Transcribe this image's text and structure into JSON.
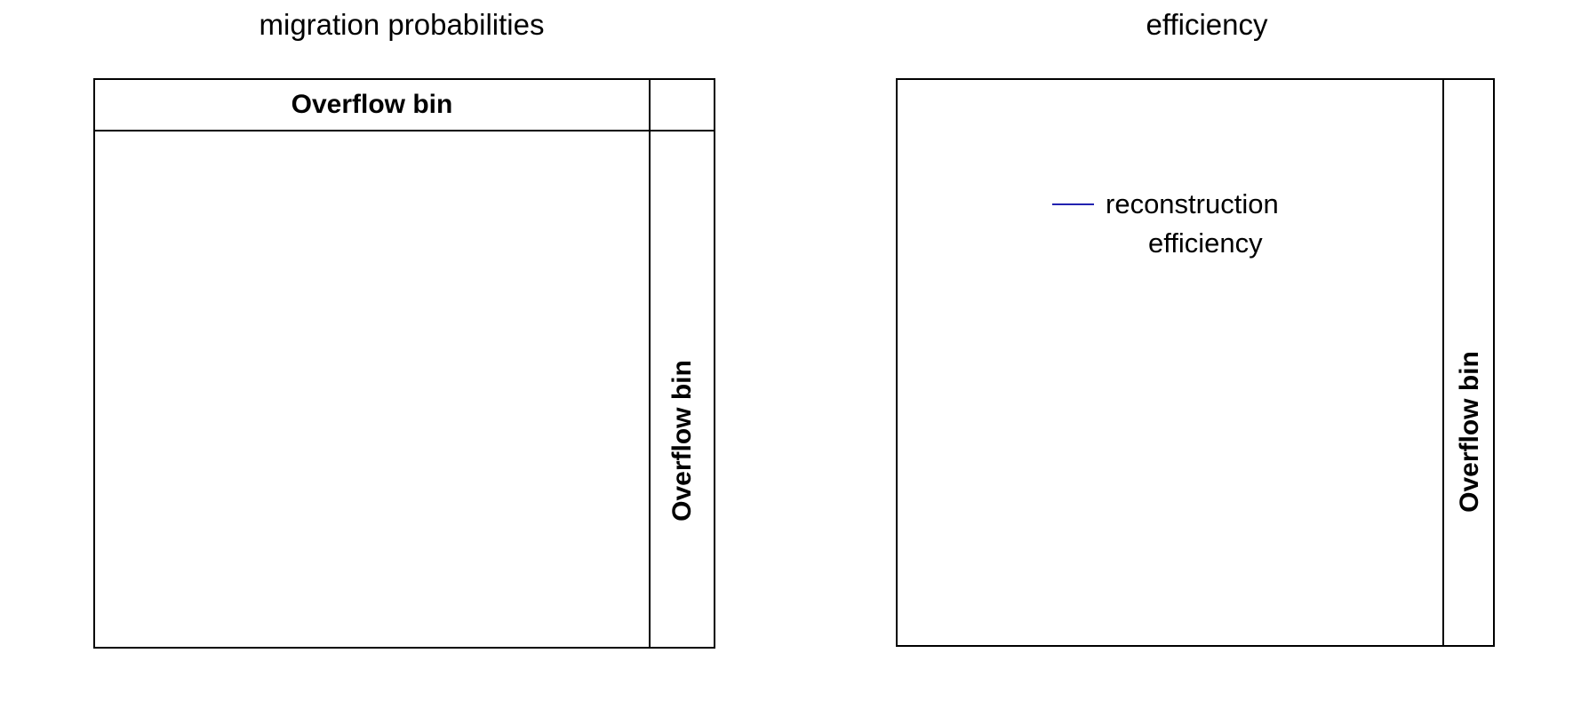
{
  "figure": {
    "background_color": "#ffffff",
    "axis_color": "#000000",
    "accent_color": "#2222b0"
  },
  "panels": [
    {
      "id": "migration-probabilities",
      "title": "migration probabilities",
      "header_label": "Overflow bin",
      "overflow_column_label": "Overflow bin",
      "has_header_row": true,
      "legend": null
    },
    {
      "id": "efficiency",
      "title": "efficiency",
      "header_label": "",
      "overflow_column_label": "Overflow bin",
      "has_header_row": false,
      "legend": {
        "line_color": "#2222b0",
        "entries": [
          {
            "label_line1": "reconstruction",
            "label_line2": "efficiency"
          }
        ]
      }
    }
  ],
  "chart_data": {
    "type": "table",
    "title": "",
    "panels": [
      {
        "title": "migration probabilities",
        "xlabel": "",
        "ylabel": "",
        "grid": false,
        "series": [],
        "annotations": [
          {
            "text": "Overflow bin",
            "role": "column-header",
            "bold": true
          },
          {
            "text": "Overflow bin",
            "role": "overflow-column-label",
            "bold": true,
            "rotation": -90
          }
        ]
      },
      {
        "title": "efficiency",
        "xlabel": "",
        "ylabel": "",
        "grid": false,
        "series": [
          {
            "name": "reconstruction efficiency",
            "color": "#2222b0",
            "values": []
          }
        ],
        "legend_position": "upper-left-inside",
        "annotations": [
          {
            "text": "Overflow bin",
            "role": "overflow-column-label",
            "bold": true,
            "rotation": -90
          }
        ]
      }
    ]
  },
  "legend_labels": {
    "reconstruction": "reconstruction",
    "efficiency": "efficiency"
  }
}
